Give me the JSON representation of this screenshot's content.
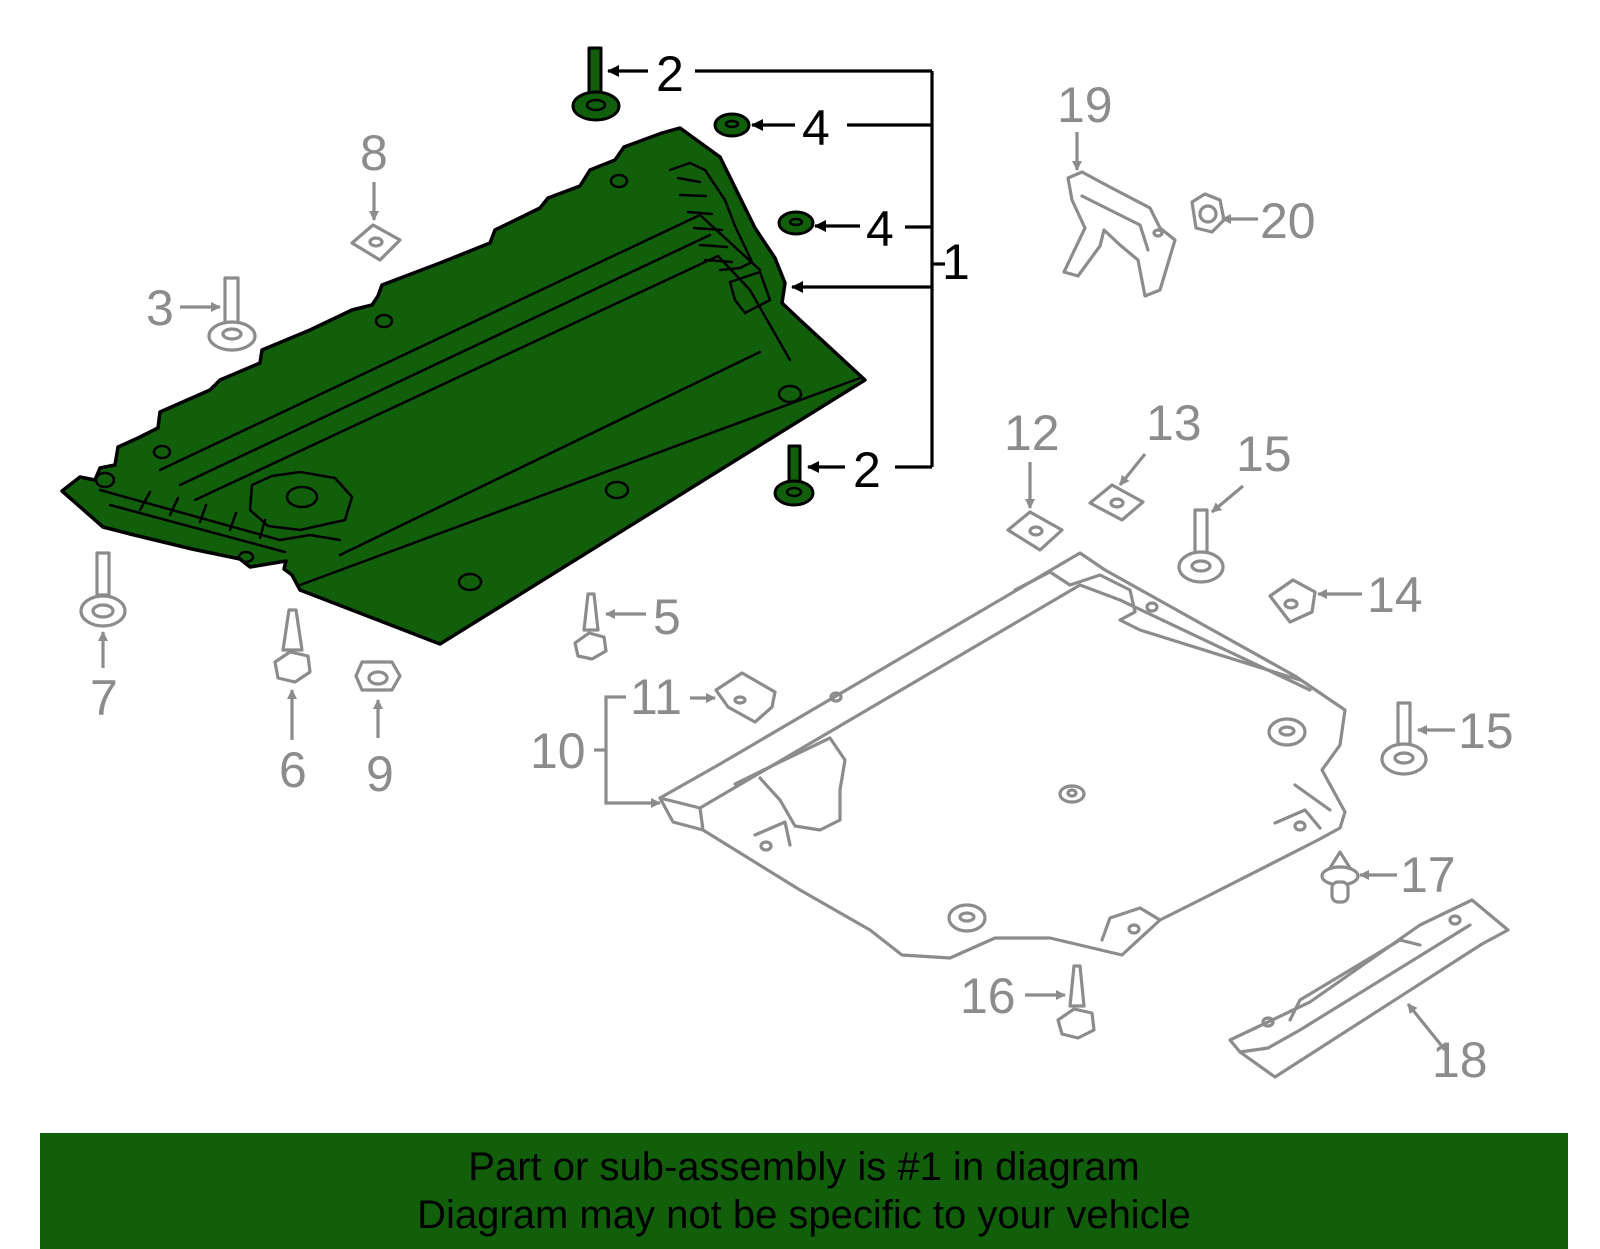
{
  "callouts": {
    "c1": "1",
    "c2a": "2",
    "c2b": "2",
    "c3": "3",
    "c4a": "4",
    "c4b": "4",
    "c5": "5",
    "c6": "6",
    "c7": "7",
    "c8": "8",
    "c9": "9",
    "c10": "10",
    "c11": "11",
    "c12": "12",
    "c13": "13",
    "c14": "14",
    "c15a": "15",
    "c15b": "15",
    "c16": "16",
    "c17": "17",
    "c18": "18",
    "c19": "19",
    "c20": "20"
  },
  "banner": {
    "line1": "Part or sub-assembly is #1 in diagram",
    "line2": "Diagram may not be specific to your vehicle"
  },
  "colors": {
    "highlight": "#115f0b",
    "inactive": "#8c8c8c",
    "active_text": "#000000"
  }
}
